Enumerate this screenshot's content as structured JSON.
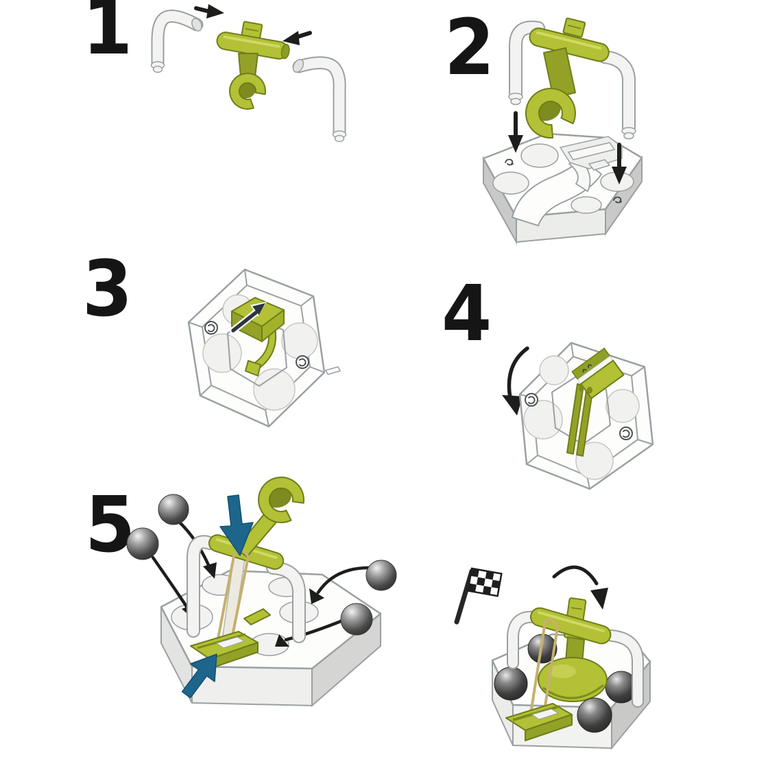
{
  "title": "",
  "steps": [
    {
      "number": "1"
    },
    {
      "number": "2"
    },
    {
      "number": "3"
    },
    {
      "number": "4"
    },
    {
      "number": "5"
    },
    {
      "number": ""
    }
  ],
  "icons": {
    "finish": "checkered-flag-icon",
    "insert": "black-straight-arrow-icon",
    "drop": "black-down-arrow-icon",
    "slide": "dark-slide-arrow-icon",
    "flip": "black-curved-arrow-icon",
    "press": "blue-press-arrow-icon",
    "marble": "marble-ball"
  },
  "colors": {
    "page_bg": "#ffffff",
    "number_black": "#151515",
    "outline": "#4e5356",
    "line_soft": "#9aa0a2",
    "part_green": "#b2c135",
    "part_green_dark": "#93a226",
    "part_green_deep": "#7d8b1f",
    "part_green_edge": "#6f7d1a",
    "part_green_light": "#d3dd6b",
    "tube_fill": "#f3f3f1",
    "tube_edge": "#9aa0a2",
    "tile_face": "#fdfdfc",
    "tile_side_light": "#ececea",
    "tile_side_dark": "#c9c9c7",
    "hole_fill": "#f2f2f0",
    "arrow_black": "#1d1d1b",
    "arrow_blue": "#1e658c",
    "band": "#c5b06e",
    "marble_highlight": "#ededed",
    "marble_mid": "#8a8a8a",
    "marble_dark": "#333333"
  }
}
